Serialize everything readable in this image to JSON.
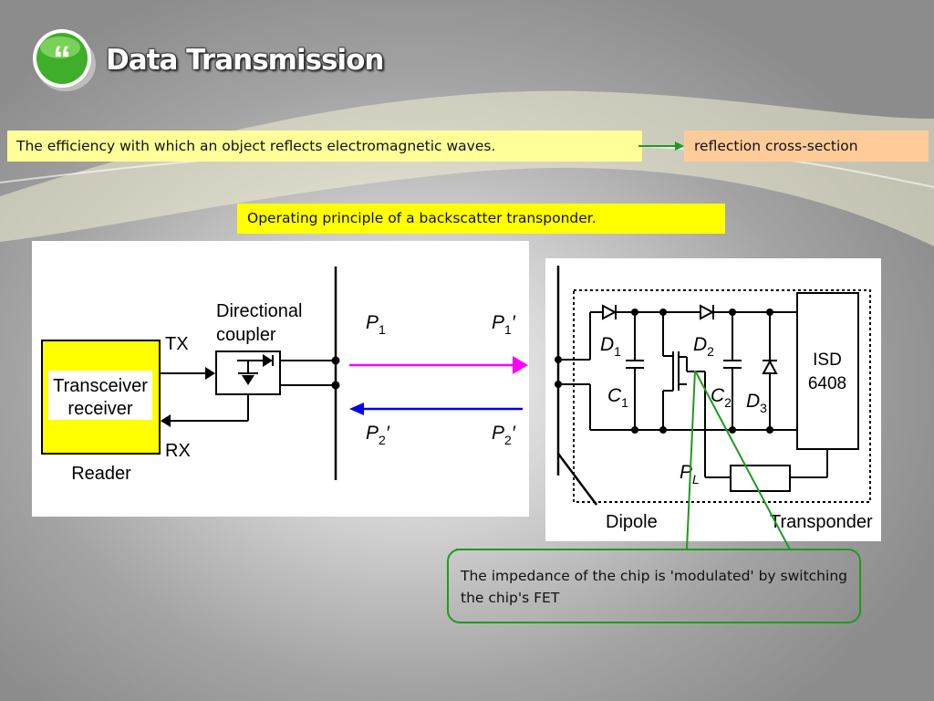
{
  "slide": {
    "title": "Data Transmission",
    "logo_icon": "quote-bubble-icon",
    "definition": "The efficiency with which an object reflects electromagnetic waves.",
    "term": "reflection cross-section",
    "diagram_caption": "Operating principle of a backscatter transponder.",
    "callout": "The impedance of the chip is 'modulated' by switching the chip's FET"
  },
  "reader_diagram": {
    "transceiver_line1": "Transceiver",
    "transceiver_line2": "receiver",
    "reader": "Reader",
    "tx": "TX",
    "rx": "RX",
    "coupler_line1": "Directional",
    "coupler_line2": "coupler",
    "p1": "P",
    "p1_sub": "1",
    "p1_prime": "P",
    "p1_prime_sub": "1",
    "p2": "P",
    "p2_sub": "2",
    "p2_prime": "P",
    "p2_prime_sub": "2",
    "prime_mark": "′"
  },
  "transponder_diagram": {
    "d1": "D",
    "d1_sub": "1",
    "d2": "D",
    "d2_sub": "2",
    "d3": "D",
    "d3_sub": "3",
    "c1": "C",
    "c1_sub": "1",
    "c2": "C",
    "c2_sub": "2",
    "isd_line1": "ISD",
    "isd_line2": "6408",
    "pl": "P",
    "pl_sub": "L",
    "dipole": "Dipole",
    "transponder": "Transponder"
  },
  "colors": {
    "logo_green": "#3fae2a",
    "definition_bg": "#ffff99",
    "term_bg": "#ffcc99",
    "caption_bg": "#ffff00",
    "arrow_green": "#1f9a1f",
    "transmit_arrow": "#ff00ff",
    "receive_arrow": "#0000ee",
    "reader_box": "#ffff00"
  }
}
